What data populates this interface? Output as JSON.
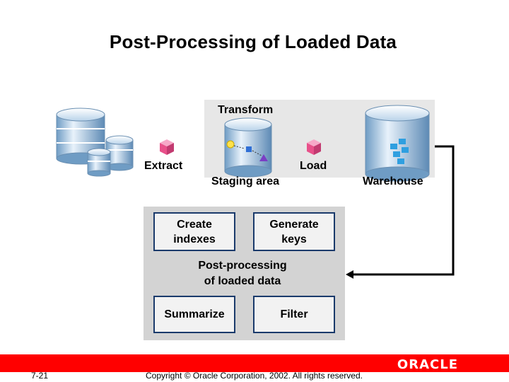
{
  "slide": {
    "title": "Post-Processing of Loaded Data"
  },
  "flow": {
    "transform_label": "Transform",
    "extract_label": "Extract",
    "load_label": "Load",
    "staging_label": "Staging area",
    "warehouse_label": "Warehouse"
  },
  "post_processing": {
    "center_label": "Post-processing\nof loaded data",
    "steps": [
      "Create\nindexes",
      "Generate\nkeys",
      "Summarize",
      "Filter"
    ]
  },
  "footer": {
    "slide_number": "7-21",
    "copyright": "Copyright © Oracle Corporation, 2002. All rights reserved.",
    "logo_text": "ORACLE"
  },
  "colors": {
    "accent": "#ff0000",
    "box_border": "#1a3a6b",
    "cube": "#e8508a",
    "cylinder": "#9bbfe0"
  }
}
